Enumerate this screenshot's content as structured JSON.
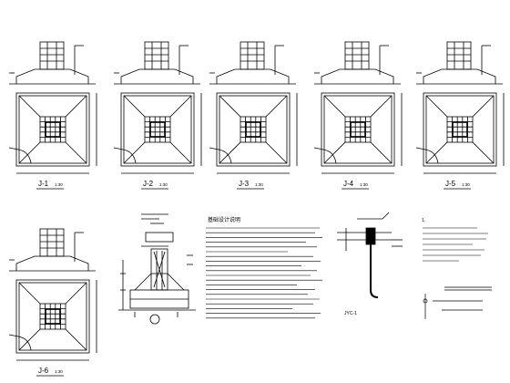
{
  "footings": [
    {
      "id": "J-1",
      "scale": "1:30"
    },
    {
      "id": "J-2",
      "scale": "1:30"
    },
    {
      "id": "J-3",
      "scale": "1:30"
    },
    {
      "id": "J-4",
      "scale": "1:30"
    },
    {
      "id": "J-5",
      "scale": "1:30"
    },
    {
      "id": "J-6",
      "scale": "1:30"
    }
  ],
  "notes_title": "基础设计说明",
  "right_notes_title": "1.",
  "detail_label": "JYC-1"
}
